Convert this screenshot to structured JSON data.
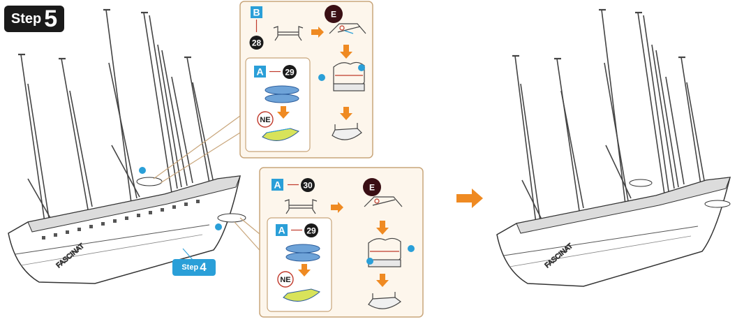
{
  "step": {
    "word": "Step",
    "number": "5"
  },
  "step4_tag": {
    "word": "Step",
    "number": "4"
  },
  "panel_top": {
    "part_b_letter": "B",
    "part_b_number": "28",
    "part_e_letter": "E",
    "sub": {
      "part_letter": "A",
      "part_number": "29",
      "label": "NE"
    }
  },
  "panel_bottom": {
    "part_a_letter": "A",
    "part_a_number": "30",
    "part_e_letter": "E",
    "sub": {
      "part_letter": "A",
      "part_number": "29",
      "label": "NE"
    }
  },
  "watermark": "FASCINAT",
  "colors": {
    "panel_border": "#c8a57a",
    "panel_bg": "#fdf6ec",
    "arrow": "#ef8a22",
    "part_letter_bg": "#2a9fd8",
    "callout_dot": "#2a9fd8",
    "step_badge_bg": "#1a1a1a",
    "glue_marker": "#c0392b"
  }
}
